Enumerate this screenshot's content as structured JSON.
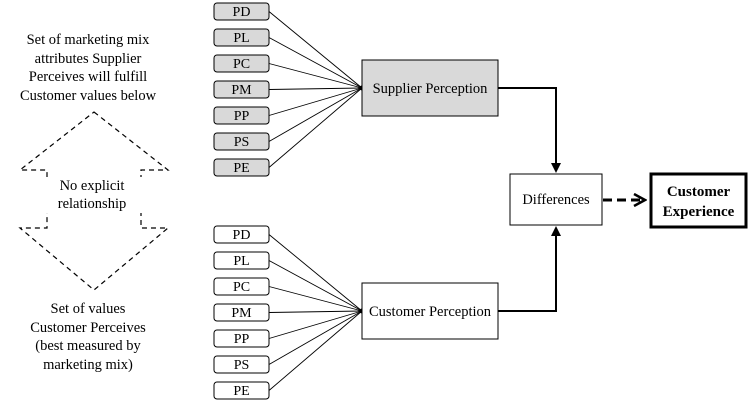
{
  "left_captions": {
    "top": [
      "Set of marketing mix",
      "attributes Supplier",
      "Perceives will fulfill",
      "Customer values below"
    ],
    "middle": [
      "No explicit",
      "relationship"
    ],
    "bottom": [
      "Set of values",
      "Customer Perceives",
      "(best measured by",
      "marketing mix)"
    ]
  },
  "supplier_attributes": [
    "PD",
    "PL",
    "PC",
    "PM",
    "PP",
    "PS",
    "PE"
  ],
  "customer_attributes": [
    "PD",
    "PL",
    "PC",
    "PM",
    "PP",
    "PS",
    "PE"
  ],
  "boxes": {
    "supplier_perception": "Supplier Perception",
    "customer_perception": "Customer Perception",
    "differences": "Differences",
    "customer_experience": [
      "Customer",
      "Experience"
    ]
  },
  "colors": {
    "supplier_fill": "#d9d9d9",
    "customer_fill": "#ffffff",
    "stroke": "#000000"
  }
}
